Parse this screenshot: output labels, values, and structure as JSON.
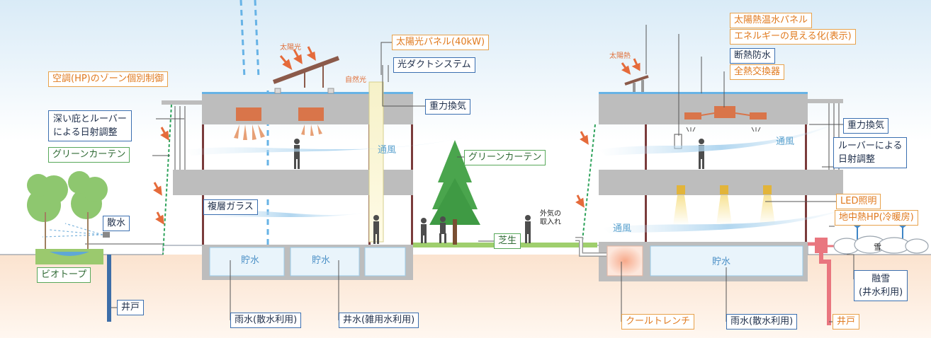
{
  "labels": {
    "zone_control": "空調(HP)のゾーン個別制御",
    "deep_eaves": [
      "深い庇とルーバー",
      "による日射調整"
    ],
    "green_curtain_left": "グリーンカーテン",
    "multilayer_glass": "複層ガラス",
    "sprinkle": "散水",
    "biotope": "ビオトープ",
    "well_left": "井戸",
    "rain_left": "雨水(散水利用)",
    "wellwater": "井水(雑用水利用)",
    "solar_panel": "太陽光パネル(40kW)",
    "light_duct": "光ダクトシステム",
    "gravity_vent_left": "重力換気",
    "green_curtain_center": "グリーンカーテン",
    "lawn": "芝生",
    "solar_thermal_panel": "太陽熱温水パネル",
    "energy_visual": "エネルギーの見える化(表示)",
    "insulation": "断熱防水",
    "heat_exchanger": "全熱交換器",
    "gravity_vent_right": "重力換気",
    "louver_right": [
      "ルーバーによる",
      "日射調整"
    ],
    "led": "LED照明",
    "geothermal_hp": "地中熱HP(冷暖房)",
    "snow_melt": [
      "融雪",
      "(井水利用)"
    ],
    "cool_trench": "クールトレンチ",
    "rain_right": "雨水(散水利用)",
    "well_right": "井戸"
  },
  "annotations": {
    "solar_light": "太陽光",
    "natural_light": "自然光",
    "solar_heat": "太陽熱",
    "outside_air": [
      "外気の",
      "取入れ"
    ],
    "ventilation": "通風",
    "snow": "雪",
    "storage": "貯水"
  },
  "colors": {
    "label_border_blue": "#3b6fb0",
    "label_border_green": "#58a85a",
    "label_border_orange": "#e8a24b",
    "orange_text": "#e07a1f",
    "building": "#bdbdbd",
    "sky_top": "#d9ebf7",
    "ground": "#fbe9d9",
    "water_blue": "#3d85c6",
    "pipe_pink": "#e9767f",
    "green_curtain": "#2fa35c",
    "led_yellow": "#f5d25a",
    "hvac_orange": "#d9754a"
  }
}
